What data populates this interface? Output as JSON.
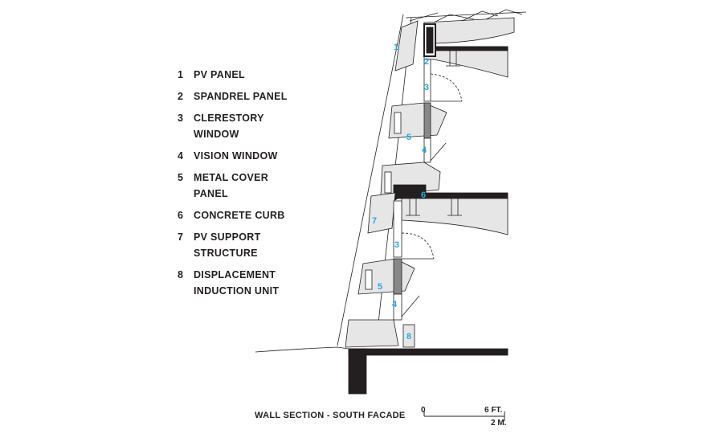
{
  "legend": {
    "items": [
      {
        "num": "1",
        "label": "PV PANEL"
      },
      {
        "num": "2",
        "label": "SPANDREL PANEL"
      },
      {
        "num": "3",
        "label": "CLERESTORY WINDOW"
      },
      {
        "num": "4",
        "label": "VISION WINDOW"
      },
      {
        "num": "5",
        "label": "METAL COVER PANEL"
      },
      {
        "num": "6",
        "label": "CONCRETE CURB"
      },
      {
        "num": "7",
        "label": "PV SUPPORT STRUCTURE"
      },
      {
        "num": "8",
        "label": "DISPLACEMENT INDUCTION UNIT"
      }
    ]
  },
  "caption": "WALL SECTION - SOUTH FACADE",
  "scale": {
    "zero": "0",
    "ft": "6 FT.",
    "m": "2 M."
  },
  "callouts": [
    {
      "text": "1"
    },
    {
      "text": "2"
    },
    {
      "text": "3"
    },
    {
      "text": "5"
    },
    {
      "text": "4"
    },
    {
      "text": "6"
    },
    {
      "text": "7"
    },
    {
      "text": "3"
    },
    {
      "text": "5"
    },
    {
      "text": "4"
    },
    {
      "text": "8"
    }
  ],
  "colors": {
    "callout": "#29a9e0",
    "panel": "#e6e6e6",
    "line": "#231f20"
  }
}
